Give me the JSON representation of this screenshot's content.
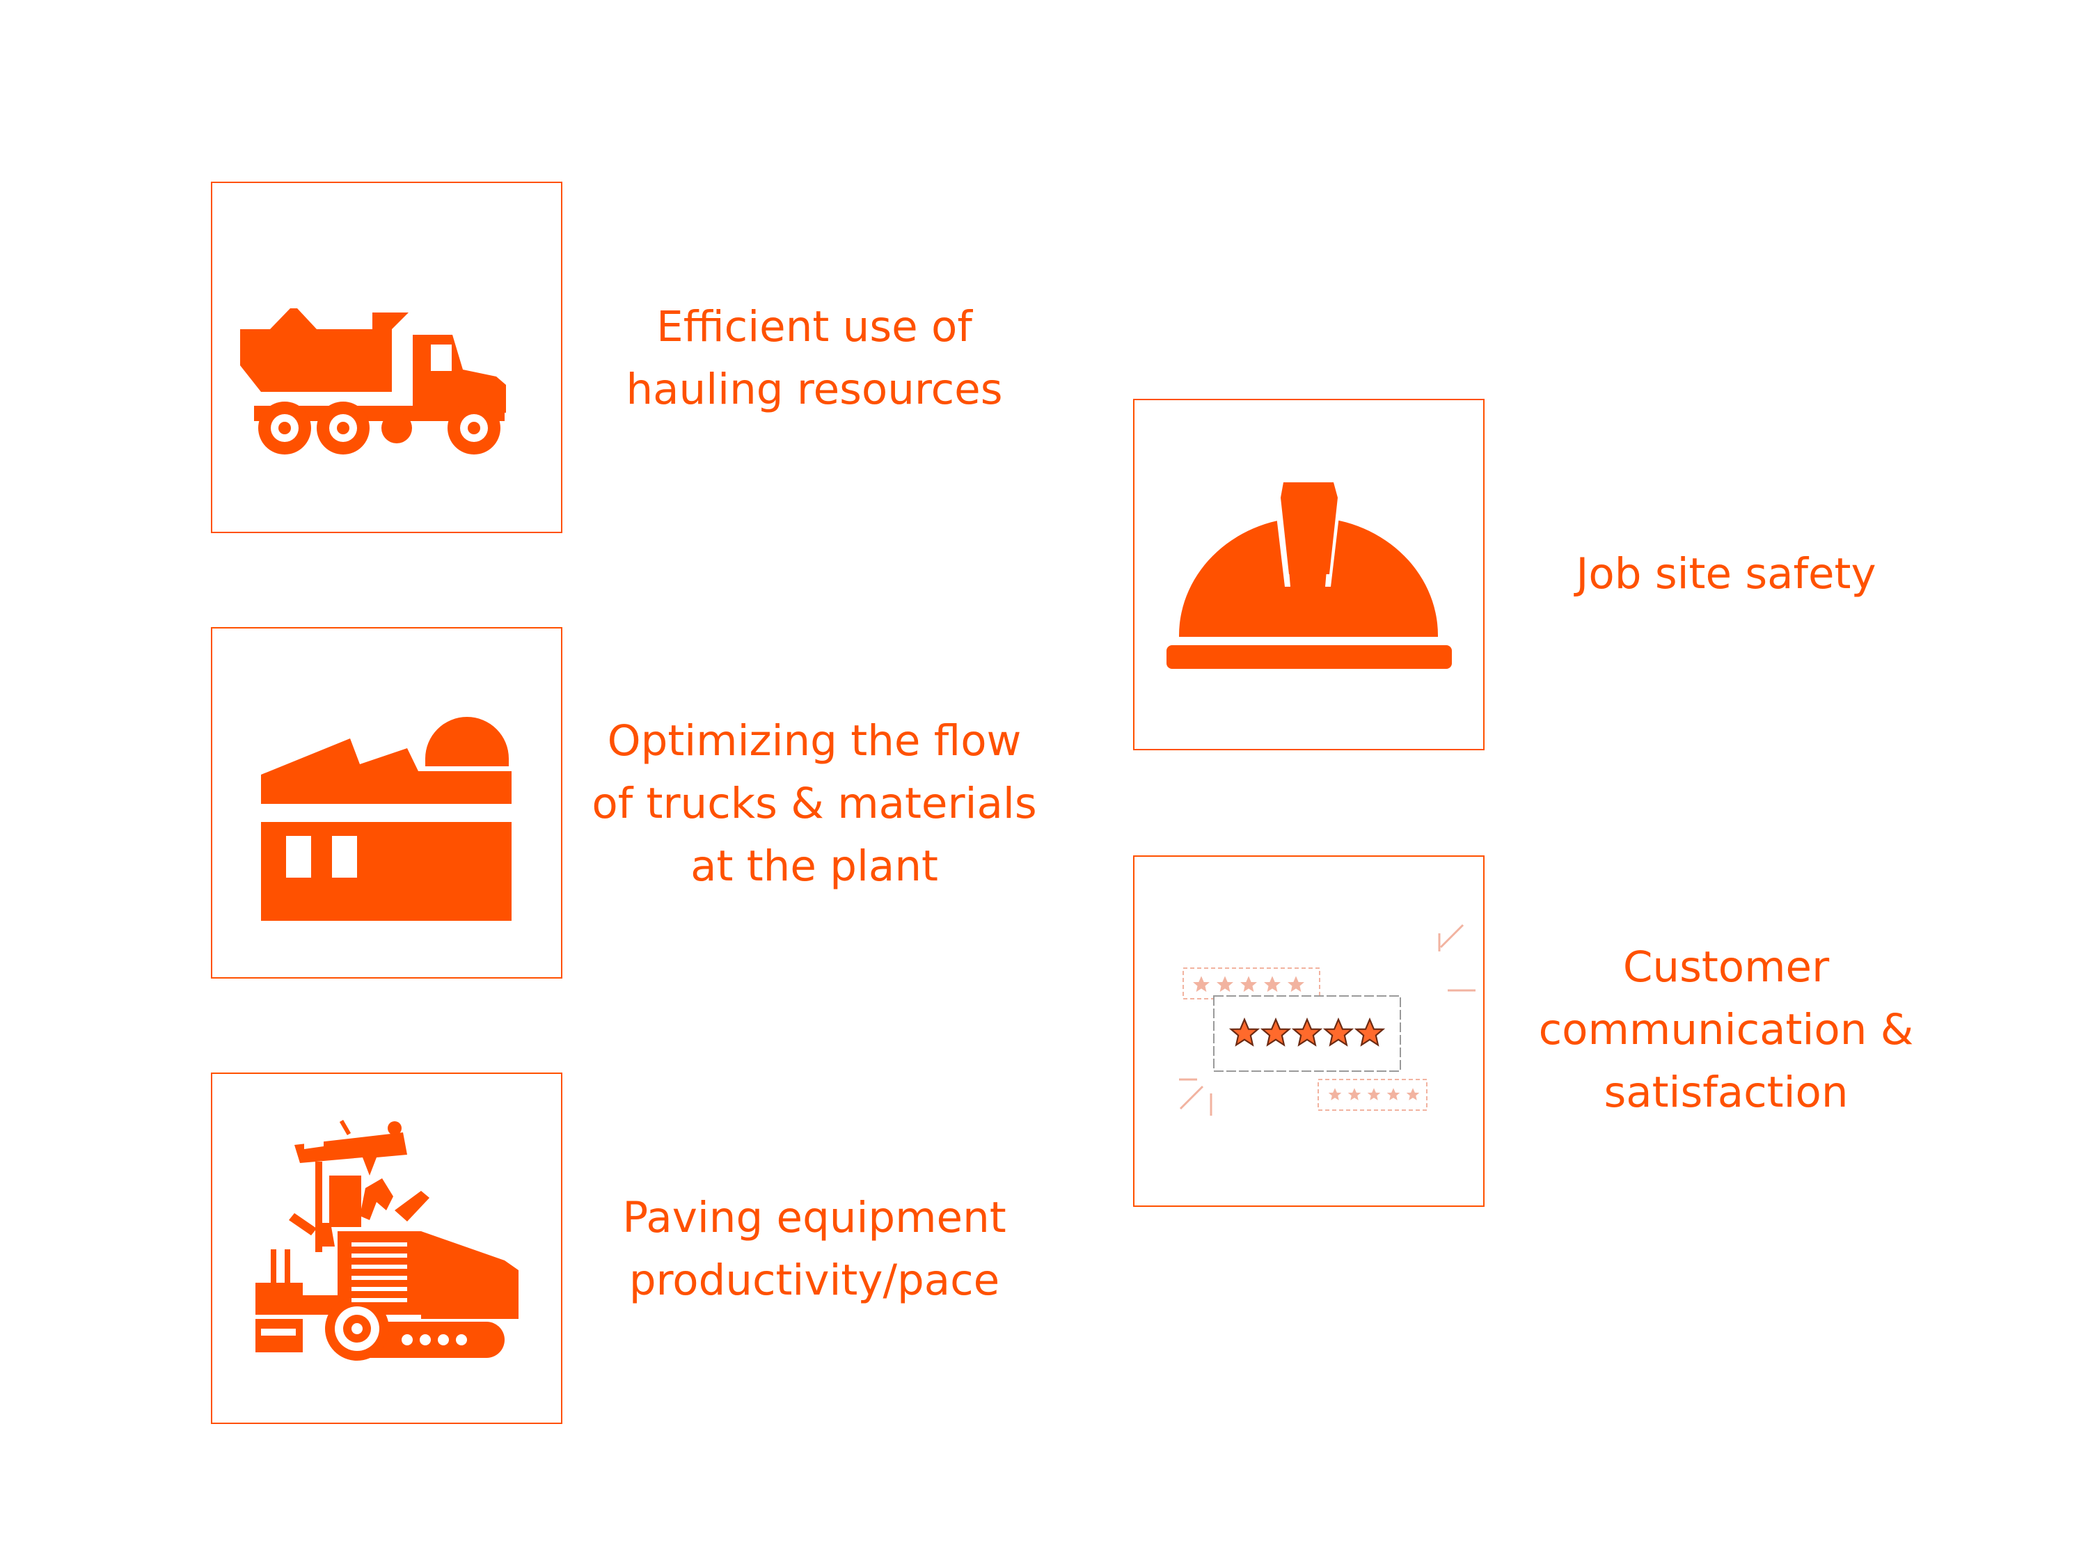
{
  "colors": {
    "accent": "#ff5100",
    "star_fill": "#ff6a2c",
    "star_faint": "#f2b3a0",
    "background": "#ffffff"
  },
  "items": [
    {
      "icon": "dump-truck-icon",
      "lines": [
        "Efficient use of",
        "hauling resources"
      ]
    },
    {
      "icon": "plant-factory-icon",
      "lines": [
        "Optimizing the flow",
        "of trucks & materials",
        "at the plant"
      ]
    },
    {
      "icon": "asphalt-paver-icon",
      "lines": [
        "Paving equipment",
        "productivity/pace"
      ]
    },
    {
      "icon": "hard-hat-icon",
      "lines": [
        "Job site safety"
      ]
    },
    {
      "icon": "five-star-rating-icon",
      "lines": [
        "Customer",
        "communication &",
        "satisfaction"
      ]
    }
  ]
}
